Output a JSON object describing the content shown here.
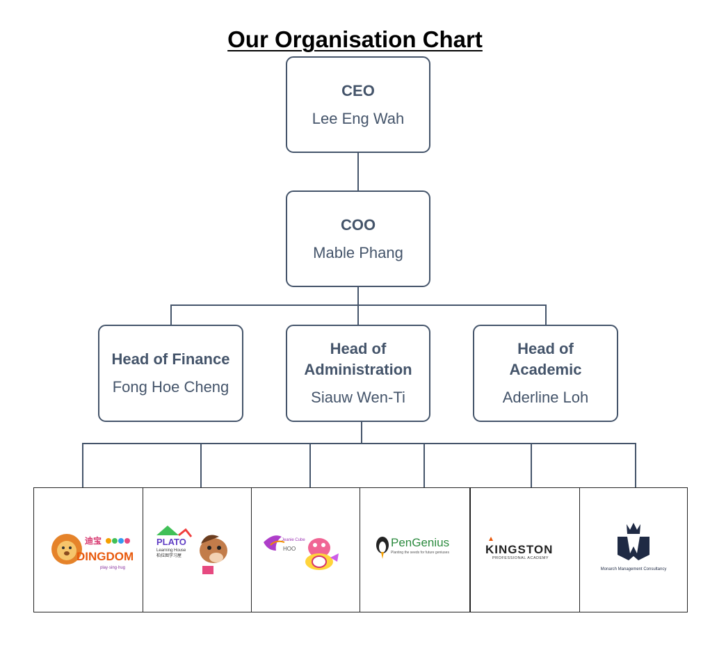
{
  "title": "Our Organisation Chart",
  "nodes": {
    "ceo": {
      "role": "CEO",
      "name": "Lee Eng Wah"
    },
    "coo": {
      "role": "COO",
      "name": "Mable Phang"
    },
    "finance": {
      "role": "Head of Finance",
      "name": "Fong Hoe Cheng"
    },
    "administration": {
      "role": "Head of\nAdministration",
      "name": "Siauw Wen-Ti"
    },
    "academic": {
      "role": "Head of\nAcademic",
      "name": "Aderline Loh"
    }
  },
  "logos": [
    {
      "icon": "dingdom-lion-logo",
      "text": "DINGDOM"
    },
    {
      "icon": "plato-horse-logo",
      "text": "PLATO",
      "subtext": "Learning House"
    },
    {
      "icon": "phoenix-bird-logo",
      "text": ""
    },
    {
      "icon": "pengenius-penguin-logo",
      "text": "PenGenius",
      "subtext": "Planting the seeds for future geniuses"
    },
    {
      "icon": "kingston-logo",
      "text": "KINGSTON",
      "subtext": "PROFESSIONAL ACADEMY"
    },
    {
      "icon": "monarch-crown-logo",
      "text": "Monarch Management Consultancy"
    }
  ],
  "colors": {
    "box_border": "#44546a",
    "text": "#44546a",
    "grid": "#222222"
  }
}
